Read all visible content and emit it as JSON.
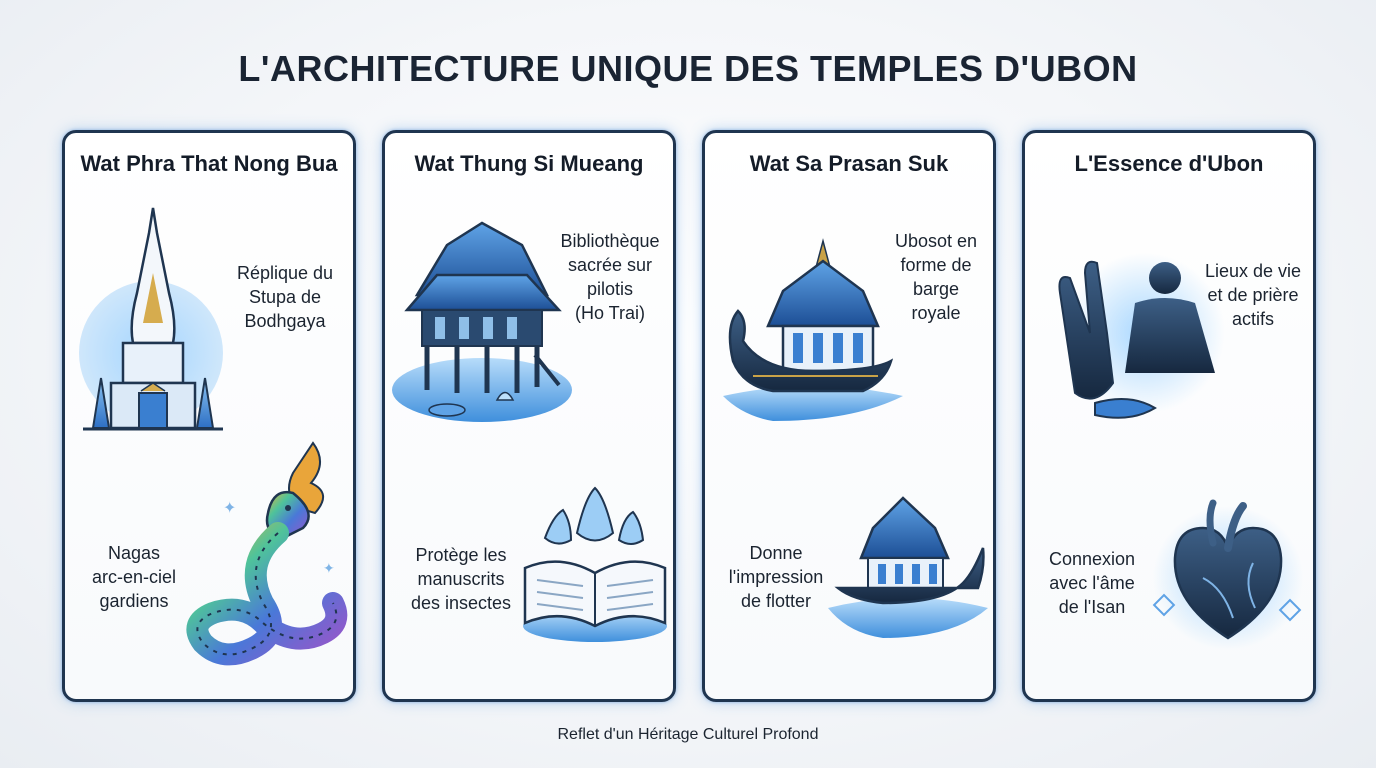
{
  "title": "L'ARCHITECTURE UNIQUE DES TEMPLES D'UBON",
  "footer": "Reflet d'un Héritage Culturel Profond",
  "colors": {
    "frame": "#1f3550",
    "accent_blue": "#3a7fd0",
    "gold": "#c9a247"
  },
  "cards": [
    {
      "title": "Wat Phra That Nong Bua",
      "top_caption": [
        "Réplique du",
        "Stupa de",
        "Bodhgaya"
      ],
      "bottom_caption": [
        "Nagas",
        "arc-en-ciel",
        "gardiens"
      ],
      "icons": [
        "stupa-icon",
        "rainbow-naga-icon"
      ]
    },
    {
      "title": "Wat Thung Si Mueang",
      "top_caption": [
        "Bibliothèque",
        "sacrée sur",
        "pilotis",
        "(Ho Trai)"
      ],
      "bottom_caption": [
        "Protège les",
        "manuscrits",
        "des insectes"
      ],
      "icons": [
        "stilt-library-icon",
        "open-book-lotus-icon"
      ]
    },
    {
      "title": "Wat Sa Prasan Suk",
      "top_caption": [
        "Ubosot en",
        "forme de",
        "barge",
        "royale"
      ],
      "bottom_caption": [
        "Donne",
        "l'impression",
        "de flotter"
      ],
      "icons": [
        "royal-barge-temple-icon",
        "floating-temple-icon"
      ]
    },
    {
      "title": "L'Essence d'Ubon",
      "top_caption": [
        "Lieux de vie",
        "et de prière",
        "actifs"
      ],
      "bottom_caption": [
        "Connexion",
        "avec l'âme",
        "de l'Isan"
      ],
      "icons": [
        "praying-hands-monk-icon",
        "heart-icon"
      ]
    }
  ]
}
